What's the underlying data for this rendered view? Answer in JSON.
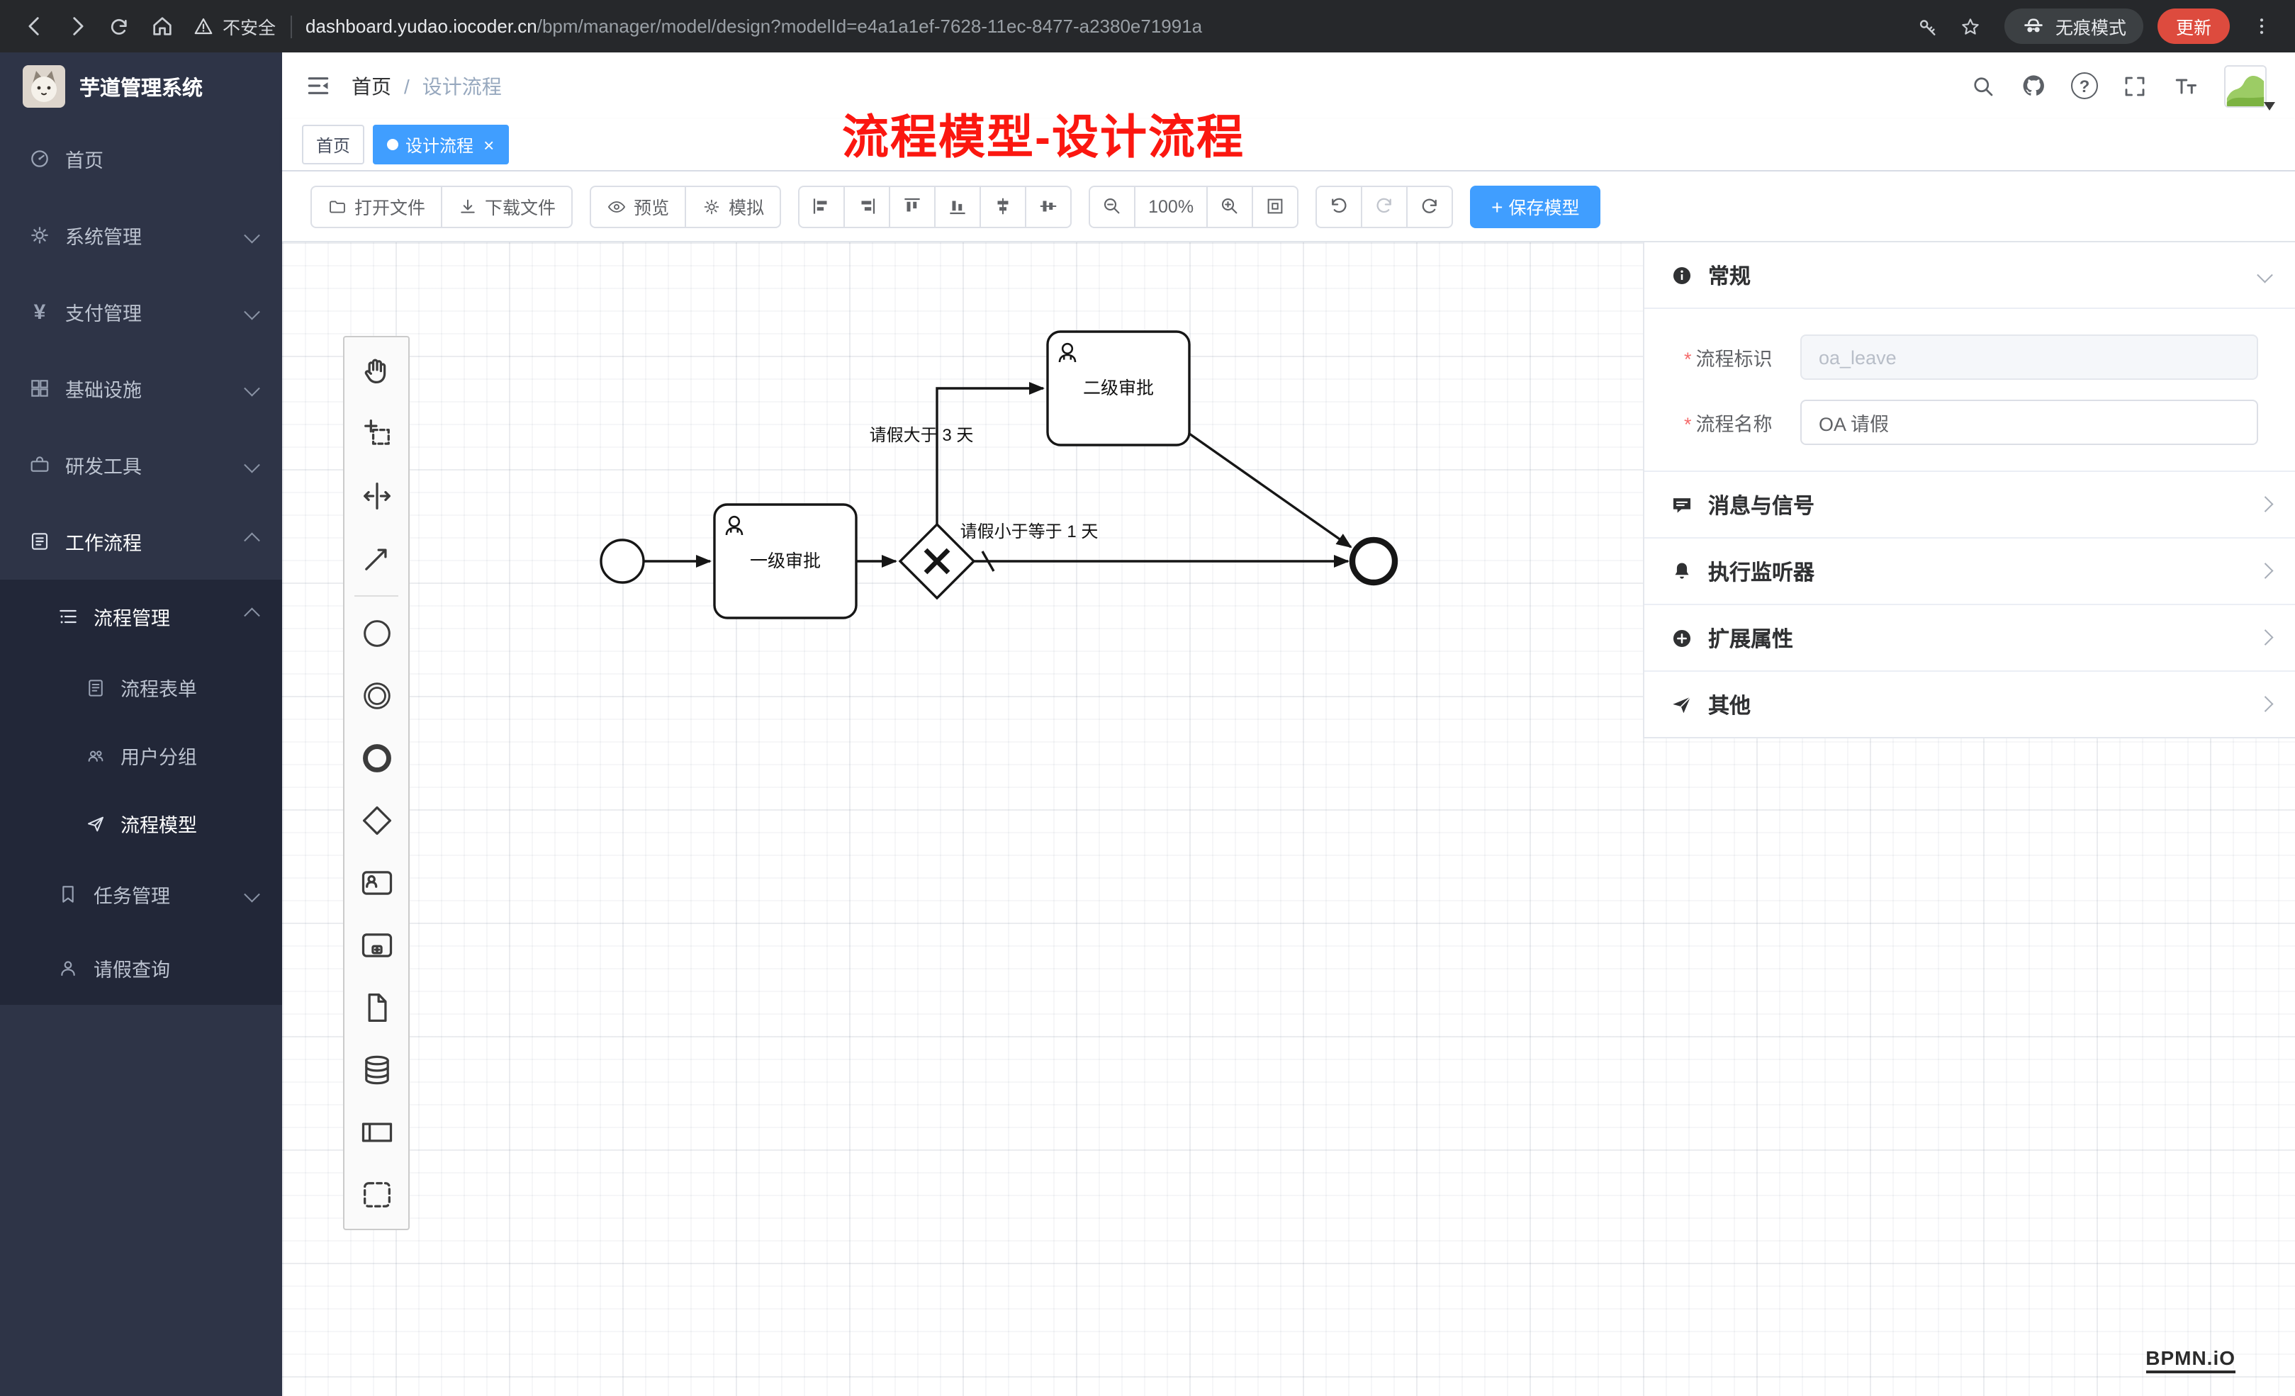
{
  "browser": {
    "security_label": "不安全",
    "url_host": "dashboard.yudao.iocoder.cn",
    "url_path": "/bpm/manager/model/design?modelId=e4a1a1ef-7628-11ec-8477-a2380e71991a",
    "incognito_label": "无痕模式",
    "update_label": "更新"
  },
  "sidebar": {
    "logo_title": "芋道管理系统",
    "items": [
      {
        "label": "首页"
      },
      {
        "label": "系统管理"
      },
      {
        "label": "支付管理"
      },
      {
        "label": "基础设施"
      },
      {
        "label": "研发工具"
      },
      {
        "label": "工作流程"
      }
    ],
    "process_group": {
      "label": "流程管理"
    },
    "process_children": [
      {
        "label": "流程表单"
      },
      {
        "label": "用户分组"
      },
      {
        "label": "流程模型"
      }
    ],
    "task_group": {
      "label": "任务管理"
    },
    "leave_item": {
      "label": "请假查询"
    }
  },
  "header": {
    "breadcrumb_home": "首页",
    "breadcrumb_sep": "/",
    "breadcrumb_current": "设计流程",
    "annotation": "流程模型-设计流程"
  },
  "tabs": [
    {
      "label": "首页"
    },
    {
      "label": "设计流程"
    }
  ],
  "icons": {
    "close": "×",
    "plus": "+",
    "question": "?",
    "yen": "¥"
  },
  "toolbar": {
    "open_file": "打开文件",
    "download_file": "下载文件",
    "preview": "预览",
    "simulate": "模拟",
    "zoom_level": "100%",
    "save_model": "保存模型"
  },
  "diagram": {
    "task1": "一级审批",
    "task2": "二级审批",
    "flow_gt": "请假大于 3 天",
    "flow_lte": "请假小于等于 1 天",
    "watermark": "BPMN.iO"
  },
  "panel": {
    "required_marker": "*",
    "general_title": "常规",
    "process_key_label": "流程标识",
    "process_key_value": "oa_leave",
    "process_name_label": "流程名称",
    "process_name_value": "OA 请假",
    "messages_title": "消息与信号",
    "listeners_title": "执行监听器",
    "ext_attr_title": "扩展属性",
    "other_title": "其他"
  },
  "colors": {
    "accent_blue": "#409eff",
    "annotation_red": "#fb1710",
    "sidebar_bg": "#2e3447"
  }
}
